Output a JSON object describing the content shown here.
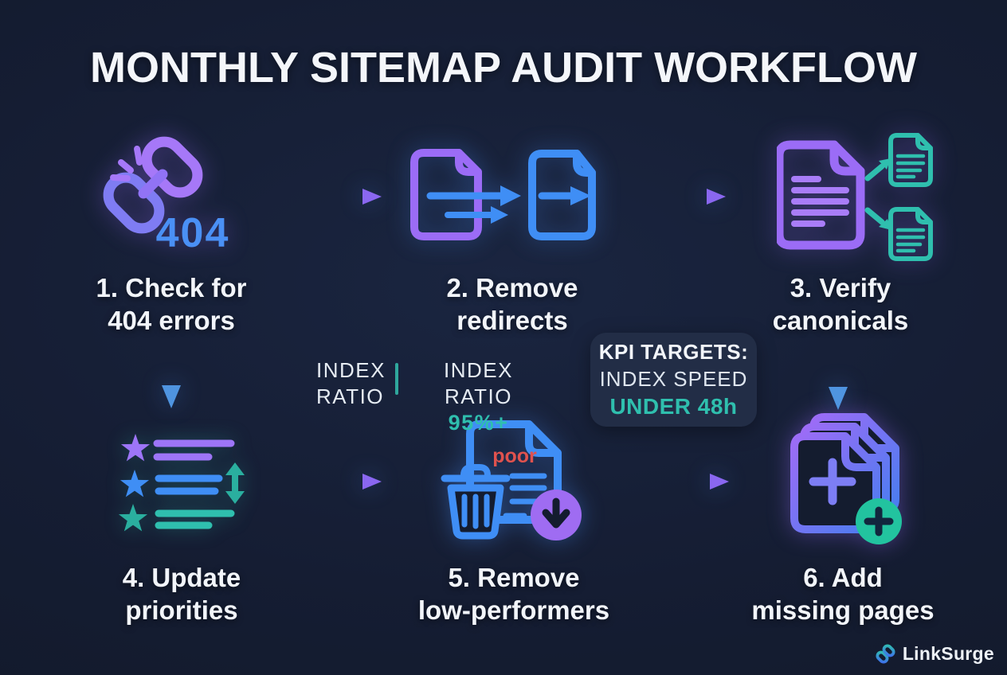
{
  "title": "MONTHLY SITEMAP AUDIT WORKFLOW",
  "steps": [
    {
      "icon": "broken-link-404-icon",
      "badge": "404",
      "label_line1": "1. Check for",
      "label_line2": "404 errors"
    },
    {
      "icon": "redirect-documents-icon",
      "label_line1": "2. Remove",
      "label_line2": "redirects"
    },
    {
      "icon": "canonical-documents-icon",
      "label_line1": "3. Verify",
      "label_line2": "canonicals"
    },
    {
      "icon": "priority-star-list-icon",
      "label_line1": "4. Update",
      "label_line2": "priorities"
    },
    {
      "icon": "trash-low-performer-icon",
      "doc_tag": "poor",
      "label_line1": "5. Remove",
      "label_line2": "low-performers"
    },
    {
      "icon": "add-pages-icon",
      "label_line1": "6. Add",
      "label_line2": "missing pages"
    }
  ],
  "metrics": {
    "left": {
      "line1": "INDEX",
      "line2": "RATIO"
    },
    "right": {
      "label": "INDEX RATIO",
      "value": "95%+"
    }
  },
  "kpi_box": {
    "line1": "KPI TARGETS:",
    "line2": "INDEX SPEED",
    "line3": "UNDER 48h"
  },
  "logo": {
    "icon": "chain-link-icon",
    "text": "LinkSurge"
  },
  "colors": {
    "background": "#141c2f",
    "purple": "#9b6cf6",
    "blue": "#3f8ef5",
    "teal": "#2fbfae",
    "red": "#e0524e",
    "kpi_background": "#222d46",
    "text": "#f2f5fa"
  }
}
